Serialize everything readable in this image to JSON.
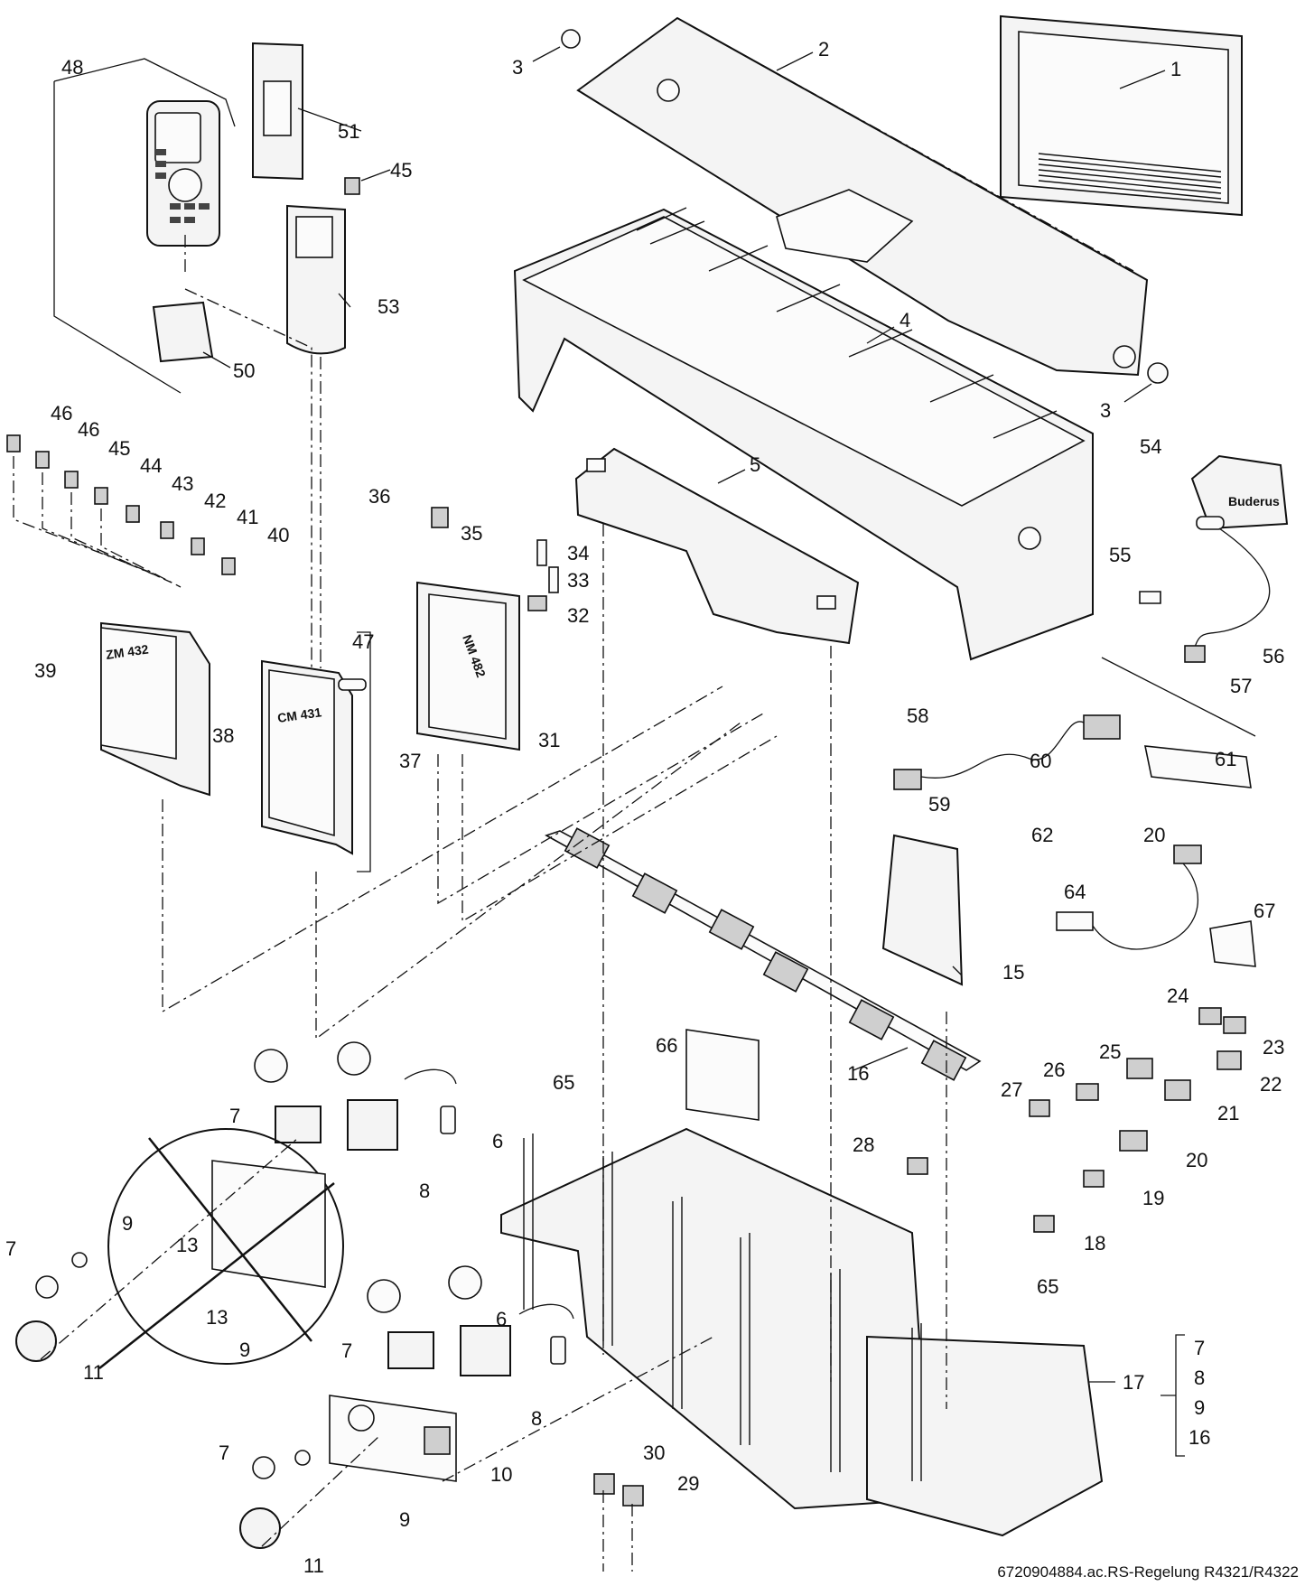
{
  "callouts": [
    {
      "id": "1",
      "text": "1"
    },
    {
      "id": "2",
      "text": "2"
    },
    {
      "id": "3a",
      "text": "3"
    },
    {
      "id": "3b",
      "text": "3"
    },
    {
      "id": "4",
      "text": "4"
    },
    {
      "id": "5",
      "text": "5"
    },
    {
      "id": "6a",
      "text": "6"
    },
    {
      "id": "6b",
      "text": "6"
    },
    {
      "id": "7a",
      "text": "7"
    },
    {
      "id": "7b",
      "text": "7"
    },
    {
      "id": "7c",
      "text": "7"
    },
    {
      "id": "7d",
      "text": "7"
    },
    {
      "id": "8a",
      "text": "8"
    },
    {
      "id": "8b",
      "text": "8"
    },
    {
      "id": "9a",
      "text": "9"
    },
    {
      "id": "9b",
      "text": "9"
    },
    {
      "id": "9c",
      "text": "9"
    },
    {
      "id": "10",
      "text": "10"
    },
    {
      "id": "11a",
      "text": "11"
    },
    {
      "id": "11b",
      "text": "11"
    },
    {
      "id": "13a",
      "text": "13"
    },
    {
      "id": "13b",
      "text": "13"
    },
    {
      "id": "15",
      "text": "15"
    },
    {
      "id": "16",
      "text": "16"
    },
    {
      "id": "17",
      "text": "17"
    },
    {
      "id": "18",
      "text": "18"
    },
    {
      "id": "19",
      "text": "19"
    },
    {
      "id": "20a",
      "text": "20"
    },
    {
      "id": "20b",
      "text": "20"
    },
    {
      "id": "21",
      "text": "21"
    },
    {
      "id": "22",
      "text": "22"
    },
    {
      "id": "23",
      "text": "23"
    },
    {
      "id": "24",
      "text": "24"
    },
    {
      "id": "25",
      "text": "25"
    },
    {
      "id": "26",
      "text": "26"
    },
    {
      "id": "27",
      "text": "27"
    },
    {
      "id": "28",
      "text": "28"
    },
    {
      "id": "29",
      "text": "29"
    },
    {
      "id": "30",
      "text": "30"
    },
    {
      "id": "31",
      "text": "31"
    },
    {
      "id": "32",
      "text": "32"
    },
    {
      "id": "33",
      "text": "33"
    },
    {
      "id": "34",
      "text": "34"
    },
    {
      "id": "35",
      "text": "35"
    },
    {
      "id": "36",
      "text": "36"
    },
    {
      "id": "37",
      "text": "37"
    },
    {
      "id": "38",
      "text": "38"
    },
    {
      "id": "39",
      "text": "39"
    },
    {
      "id": "40",
      "text": "40"
    },
    {
      "id": "41",
      "text": "41"
    },
    {
      "id": "42",
      "text": "42"
    },
    {
      "id": "43",
      "text": "43"
    },
    {
      "id": "44",
      "text": "44"
    },
    {
      "id": "45a",
      "text": "45"
    },
    {
      "id": "45b",
      "text": "45"
    },
    {
      "id": "46a",
      "text": "46"
    },
    {
      "id": "46b",
      "text": "46"
    },
    {
      "id": "47",
      "text": "47"
    },
    {
      "id": "48",
      "text": "48"
    },
    {
      "id": "50",
      "text": "50"
    },
    {
      "id": "51",
      "text": "51"
    },
    {
      "id": "53",
      "text": "53"
    },
    {
      "id": "54",
      "text": "54"
    },
    {
      "id": "55",
      "text": "55"
    },
    {
      "id": "56",
      "text": "56"
    },
    {
      "id": "57",
      "text": "57"
    },
    {
      "id": "58",
      "text": "58"
    },
    {
      "id": "59",
      "text": "59"
    },
    {
      "id": "60",
      "text": "60"
    },
    {
      "id": "61",
      "text": "61"
    },
    {
      "id": "62",
      "text": "62"
    },
    {
      "id": "64",
      "text": "64"
    },
    {
      "id": "65a",
      "text": "65"
    },
    {
      "id": "65b",
      "text": "65"
    },
    {
      "id": "66",
      "text": "66"
    },
    {
      "id": "67",
      "text": "67"
    }
  ],
  "kit_list": [
    "7",
    "8",
    "9",
    "16"
  ],
  "module_labels": {
    "zm432": "ZM 432",
    "cm431": "CM 431",
    "nm482": "NM 482",
    "brand": "Buderus"
  },
  "caption": "6720904884.ac.RS-Regelung R4321/R4322"
}
